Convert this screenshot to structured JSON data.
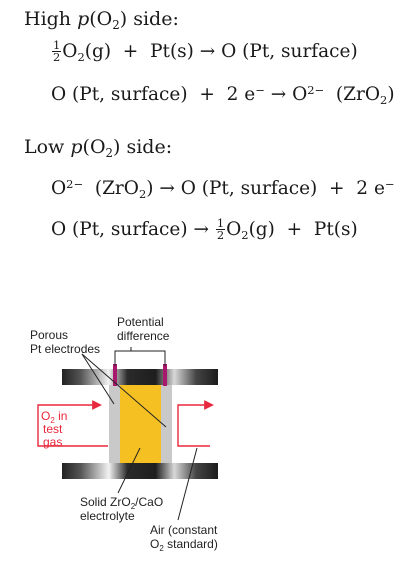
{
  "equations": {
    "high": {
      "heading_prefix": "High ",
      "heading_p": "p",
      "heading_o": "(O",
      "heading_o_sub": "2",
      "heading_suffix": ") side:",
      "line1": {
        "frac_num": "1",
        "frac_den": "2",
        "o": "O",
        "o_sub": "2",
        "rest": "(g)  +  Pt(s) → O (Pt, surface)"
      },
      "line2": {
        "a": "O (Pt, surface)  +  2 e",
        "a_sup": "−",
        "b": " → O",
        "b_sup": "2−",
        "c": "  (ZrO",
        "c_sub": "2",
        "d": ")"
      }
    },
    "low": {
      "heading_prefix": "Low ",
      "heading_p": "p",
      "heading_o": "(O",
      "heading_o_sub": "2",
      "heading_suffix": ") side:",
      "line1": {
        "a": "O",
        "a_sup": "2−",
        "b": "  (ZrO",
        "b_sub": "2",
        "c": ") → O (Pt, surface)  +  2 e",
        "c_sup": "−"
      },
      "line2": {
        "a": "O (Pt, surface) → ",
        "frac_num": "1",
        "frac_den": "2",
        "o": "O",
        "o_sub": "2",
        "rest": "(g)  +  Pt(s)"
      }
    }
  },
  "diagram": {
    "label_potential_1": "Potential",
    "label_potential_2": "difference",
    "label_porous_1": "Porous",
    "label_porous_2": "Pt electrodes",
    "label_o2_a": "O",
    "label_o2_sub": "2",
    "label_o2_b": " in",
    "label_test": "test",
    "label_gas": "gas",
    "label_solid_a": "Solid ZrO",
    "label_solid_sub": "2",
    "label_solid_b": "/CaO",
    "label_electrolyte": "electrolyte",
    "label_air_1": "Air (constant",
    "label_air_2_a": "O",
    "label_air_2_sub": "2",
    "label_air_2_b": " standard)",
    "colors": {
      "electrolyte": "#f5c022",
      "electrode": "#c9c9c9",
      "lead": "#a8186c",
      "arrow": "#e8283c",
      "frame": "#222222"
    }
  }
}
